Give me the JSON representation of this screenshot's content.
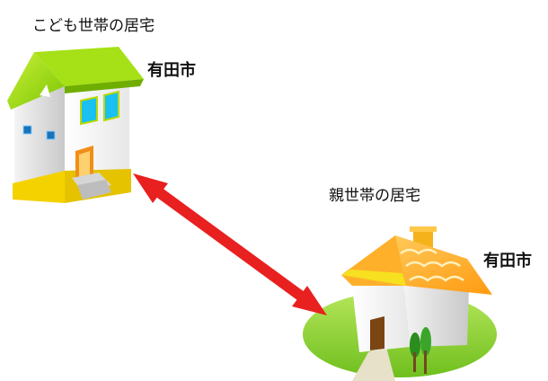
{
  "child_home": {
    "title": "こども世帯の居宅",
    "city": "有田市"
  },
  "parent_home": {
    "title": "親世帯の居宅",
    "city": "有田市"
  },
  "colors": {
    "arrow": "#e8201f",
    "child_roof": "#8cd400",
    "parent_roof": "#ffad1f",
    "lawn": "#8fd12d"
  }
}
